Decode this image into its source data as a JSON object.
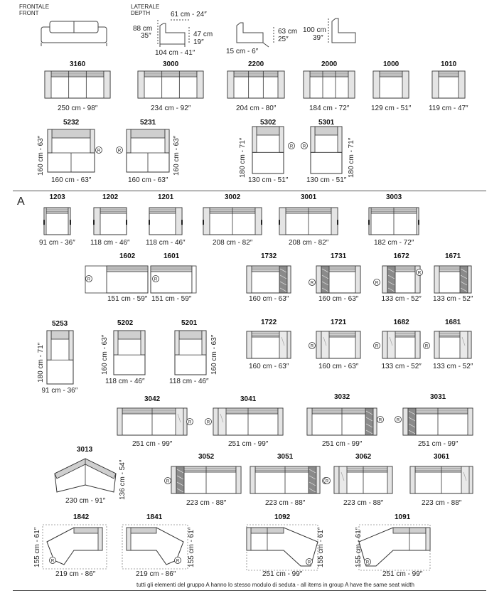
{
  "header": {
    "frontal_it": "FRONTALE",
    "frontal_en": "FRONT",
    "lateral_it": "LATERALE",
    "lateral_en": "DEPTH",
    "dims": {
      "width_top": "61 cm - 24″",
      "height_cm": "88 cm",
      "height_in": "35″",
      "seat_cm": "47 cm",
      "seat_in": "19″",
      "depth": "104 cm - 41″",
      "recline": "15 cm - 6″",
      "head_cm": "63 cm",
      "head_in": "25″",
      "full_cm": "100 cm",
      "full_in": "39″"
    }
  },
  "group_label": "A",
  "footnote": "tutti gli elementi  del gruppo A hanno lo stesso modulo di  seduta  -  all items in group A have the same seat width",
  "top_models": [
    {
      "code": "3160",
      "dim": "250 cm - 98″"
    },
    {
      "code": "3000",
      "dim": "234 cm - 92″"
    },
    {
      "code": "2200",
      "dim": "204 cm - 80″"
    },
    {
      "code": "2000",
      "dim": "184 cm - 72″"
    },
    {
      "code": "1000",
      "dim": "129 cm - 51″"
    },
    {
      "code": "1010",
      "dim": "119 cm - 47″"
    }
  ],
  "beds": [
    {
      "code": "5232",
      "dim": "160 cm - 63″",
      "side": "160 cm - 63″"
    },
    {
      "code": "5231",
      "dim": "160 cm - 63″",
      "side": "160 cm - 63″"
    },
    {
      "code": "5302",
      "dim": "130 cm - 51″",
      "side": "180 cm - 71″"
    },
    {
      "code": "5301",
      "dim": "130 cm - 51″",
      "side": "180 cm - 71″"
    }
  ],
  "groupA": [
    {
      "code": "1203",
      "dim": "91 cm - 36″"
    },
    {
      "code": "1202",
      "dim": "118 cm - 46″"
    },
    {
      "code": "1201",
      "dim": "118 cm - 46″"
    },
    {
      "code": "3002",
      "dim": "208 cm - 82″"
    },
    {
      "code": "3001",
      "dim": "208 cm - 82″"
    },
    {
      "code": "3003",
      "dim": "182 cm - 72″"
    },
    {
      "code": "1602",
      "dim": "151 cm - 59″"
    },
    {
      "code": "1601",
      "dim": "151 cm - 59″"
    },
    {
      "code": "1732",
      "dim": "160 cm - 63″"
    },
    {
      "code": "1731",
      "dim": "160 cm - 63″"
    },
    {
      "code": "1672",
      "dim": "133 cm - 52″"
    },
    {
      "code": "1671",
      "dim": "133 cm - 52″"
    },
    {
      "code": "5253",
      "dim": "91 cm - 36″",
      "side": "180 cm - 71″"
    },
    {
      "code": "5202",
      "dim": "118 cm - 46″",
      "side": "160 cm - 63″"
    },
    {
      "code": "5201",
      "dim": "118 cm - 46″",
      "side": "160 cm - 63″"
    },
    {
      "code": "1722",
      "dim": "160 cm - 63″"
    },
    {
      "code": "1721",
      "dim": "160 cm - 63″"
    },
    {
      "code": "1682",
      "dim": "133 cm - 52″"
    },
    {
      "code": "1681",
      "dim": "133 cm - 52″"
    },
    {
      "code": "3042",
      "dim": "251 cm - 99″"
    },
    {
      "code": "3041",
      "dim": "251 cm - 99″"
    },
    {
      "code": "3032",
      "dim": "251 cm - 99″"
    },
    {
      "code": "3031",
      "dim": "251 cm - 99″"
    },
    {
      "code": "3013",
      "dim": "230 cm - 91″",
      "side": "136 cm - 54″"
    },
    {
      "code": "3052",
      "dim": "223 cm - 88″"
    },
    {
      "code": "3051",
      "dim": "223 cm - 88″"
    },
    {
      "code": "3062",
      "dim": "223 cm - 88″"
    },
    {
      "code": "3061",
      "dim": "223 cm - 88″"
    },
    {
      "code": "1842",
      "dim": "219 cm - 86″",
      "side": "155 cm - 61″"
    },
    {
      "code": "1841",
      "dim": "219 cm - 86″",
      "side": "155 cm - 61″"
    },
    {
      "code": "1092",
      "dim": "251 cm - 99″",
      "side": "155 cm - 61″"
    },
    {
      "code": "1091",
      "dim": "251 cm - 99″",
      "side": "155 cm - 61″"
    }
  ],
  "recline_symbol": "R"
}
